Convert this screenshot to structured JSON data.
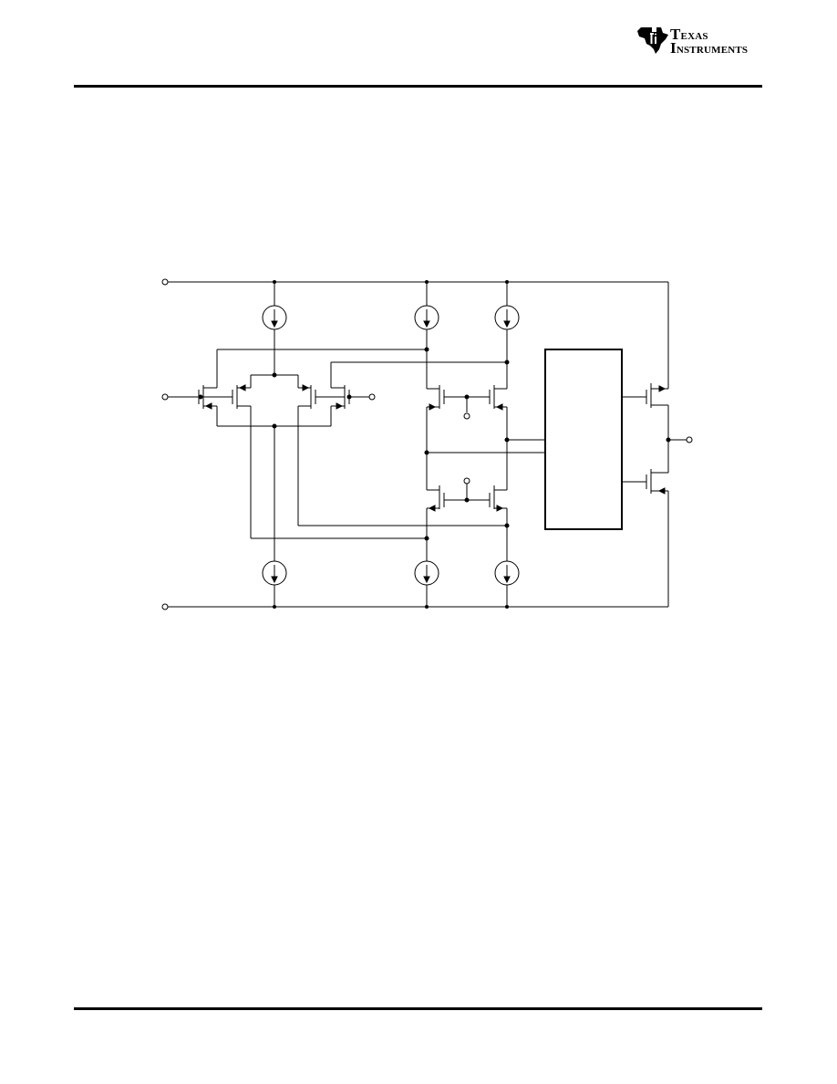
{
  "header": {
    "logo": {
      "icon": "ti-state-logo",
      "line1": "Texas",
      "line2": "Instruments"
    }
  },
  "schematic": {
    "description_free": true,
    "stroke_color": "#000000"
  }
}
